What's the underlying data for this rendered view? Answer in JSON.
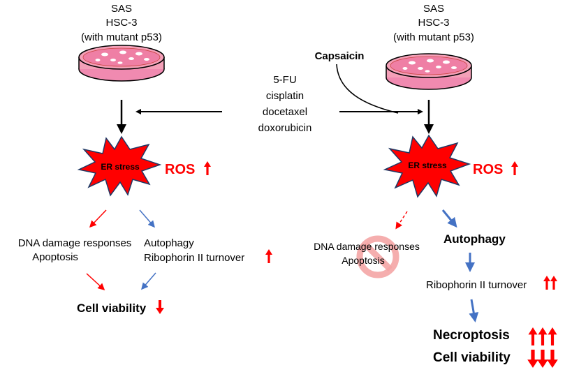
{
  "left_cells": {
    "line1": "SAS",
    "line2": "HSC-3",
    "line3": "(with mutant p53)"
  },
  "right_cells": {
    "line1": "SAS",
    "line2": "HSC-3",
    "line3": "(with mutant p53)"
  },
  "capsaicin": "Capsaicin",
  "drugs": [
    "5-FU",
    "cisplatin",
    "docetaxel",
    "doxorubicin"
  ],
  "left": {
    "er_stress": "ER stress",
    "ros": "ROS",
    "dna_damage": "DNA damage responses",
    "apoptosis": "Apoptosis",
    "autophagy": "Autophagy",
    "ribophorin": "Ribophorin II turnover",
    "cell_viability": "Cell viability"
  },
  "right": {
    "er_stress": "ER stress",
    "ros": "ROS",
    "dna_damage": "DNA damage responses",
    "apoptosis": "Apoptosis",
    "autophagy": "Autophagy",
    "ribophorin": "Ribophorin II turnover",
    "necroptosis": "Necroptosis",
    "cell_viability": "Cell viability"
  },
  "colors": {
    "star": "#ff0000",
    "red": "#ff0000",
    "blue": "#4472c4",
    "dish": "#f4a0b8",
    "no_sign": "#f4a6a6"
  },
  "icons": [
    "petri-dish-icon",
    "star-burst-icon",
    "prohibition-icon",
    "up-arrow-icon",
    "down-arrow-icon"
  ]
}
